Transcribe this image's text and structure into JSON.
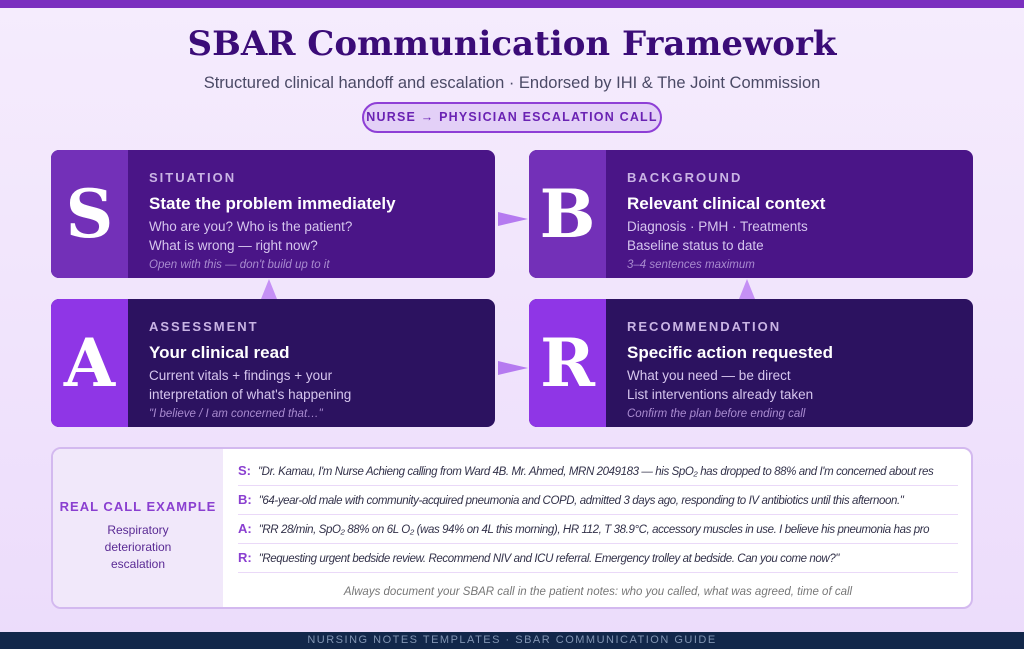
{
  "header": {
    "title": "SBAR Communication Framework",
    "subtitle": "Structured clinical handoff and escalation · Endorsed by IHI & The Joint Commission",
    "pill": "NURSE → PHYSICIAN ESCALATION CALL"
  },
  "cards": [
    {
      "letter": "S",
      "label": "SITUATION",
      "title": "State the problem immediately",
      "lines": [
        "Who are you? Who is the patient?",
        "What is wrong — right now?"
      ],
      "note": "Open with this — don't build up to it"
    },
    {
      "letter": "B",
      "label": "BACKGROUND",
      "title": "Relevant clinical context",
      "lines": [
        "Diagnosis · PMH · Treatments",
        "Baseline status to date"
      ],
      "note": "3–4 sentences maximum"
    },
    {
      "letter": "A",
      "label": "ASSESSMENT",
      "title": "Your clinical read",
      "lines": [
        "Current vitals + findings + your",
        "interpretation of what's happening"
      ],
      "note": "\"I believe / I am concerned that…\""
    },
    {
      "letter": "R",
      "label": "RECOMMENDATION",
      "title": "Specific action requested",
      "lines": [
        "What you need — be direct",
        "List interventions already taken"
      ],
      "note": "Confirm the plan before ending call"
    }
  ],
  "example": {
    "heading": "REAL CALL EXAMPLE",
    "desc": "Respiratory deterioration escalation",
    "rows": [
      {
        "k": "S:",
        "t": "\"Dr. Kamau, I'm Nurse Achieng calling from Ward 4B. Mr. Ahmed, MRN 2049183 — his SpO₂ has dropped to 88% and I'm concerned about res"
      },
      {
        "k": "B:",
        "t": "\"64-year-old male with community-acquired pneumonia and COPD, admitted 3 days ago, responding to IV antibiotics until this afternoon.\""
      },
      {
        "k": "A:",
        "t": "\"RR 28/min, SpO₂ 88% on 6L O₂ (was 94% on 4L this morning), HR 112, T 38.9°C, accessory muscles in use. I believe his pneumonia has pro"
      },
      {
        "k": "R:",
        "t": "\"Requesting urgent bedside review. Recommend NIV and ICU referral. Emergency trolley at bedside. Can you come now?\""
      }
    ],
    "footnote": "Always document your SBAR call in the patient notes: who you called, what was agreed, time of call"
  },
  "footer": "NURSING NOTES TEMPLATES · SBAR COMMUNICATION GUIDE"
}
